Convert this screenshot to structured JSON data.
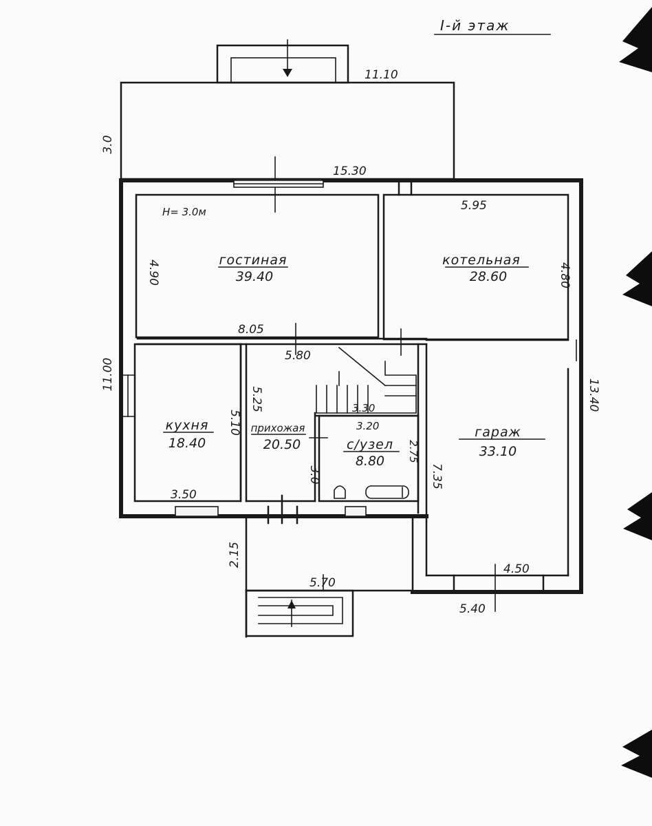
{
  "floor_title": "I-й этаж",
  "height_note": "H= 3.0м",
  "rooms": [
    {
      "name": "гостиная",
      "area": "39.40"
    },
    {
      "name": "котельная",
      "area": "28.60"
    },
    {
      "name": "кухня",
      "area": "18.40"
    },
    {
      "name": "прихожая",
      "area": "20.50"
    },
    {
      "name": "с/узел",
      "area": "8.80"
    },
    {
      "name": "гараж",
      "area": "33.10"
    }
  ],
  "dimensions": {
    "top_terrace_width": "11.10",
    "top_terrace_depth": "3.0",
    "overall_width": "15.30",
    "boiler_width": "5.95",
    "boiler_depth": "4.80",
    "living_depth": "4.90",
    "living_width": "8.05",
    "hall_top": "5.80",
    "left_overall": "11.00",
    "kitchen_depth_right": "5.10",
    "hall_depth": "5.25",
    "stair_top": "3.30",
    "bath_width": "3.20",
    "bath_depth_right": "2.75",
    "bath_depth_left": "3.0",
    "garage_depth": "7.35",
    "kitchen_width": "3.50",
    "right_overall": "13.40",
    "porch_depth": "2.15",
    "porch_width": "5.70",
    "garage_inner_width": "4.50",
    "garage_outer_width": "5.40"
  }
}
